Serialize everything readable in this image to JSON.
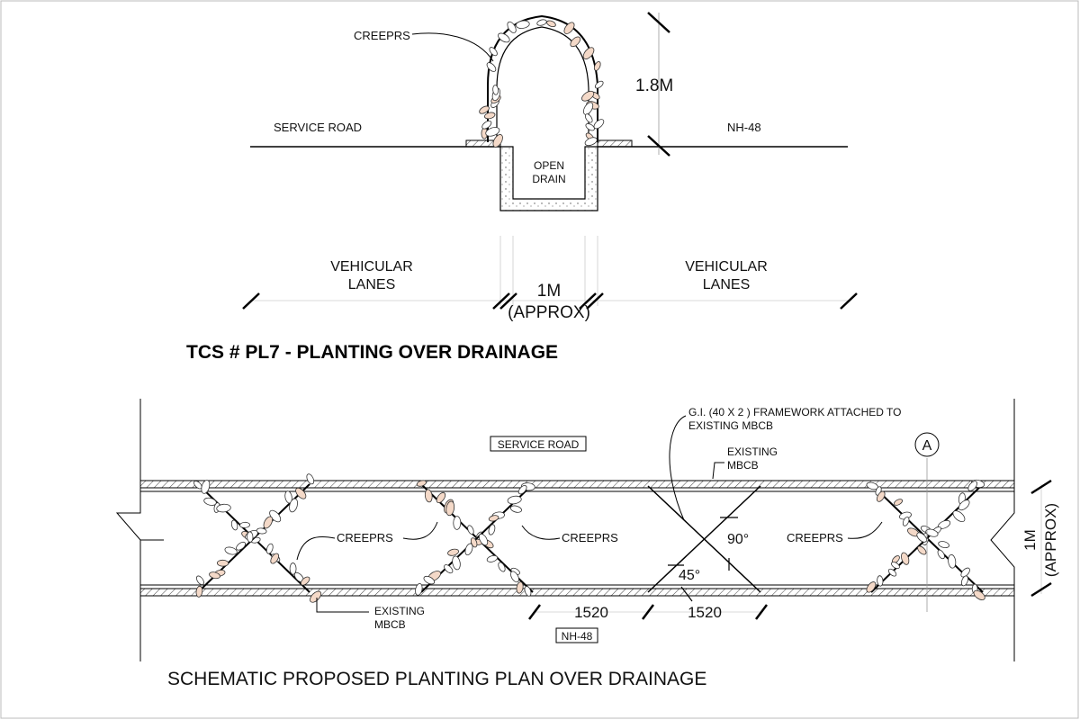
{
  "section": {
    "creepers_label": "CREEPRS",
    "height_dim": "1.8M",
    "service_road": "SERVICE ROAD",
    "nh48": "NH-48",
    "open_drain_line1": "OPEN",
    "open_drain_line2": "DRAIN",
    "vehicular_left_1": "VEHICULAR",
    "vehicular_left_2": "LANES",
    "vehicular_right_1": "VEHICULAR",
    "vehicular_right_2": "LANES",
    "width_dim_1": "1M",
    "width_dim_2": "(APPROX)",
    "title": "TCS # PL7 - PLANTING OVER DRAINAGE"
  },
  "plan": {
    "service_road_box": "SERVICE ROAD",
    "framework_line1": "G.I. (40 X 2 ) FRAMEWORK ATTACHED TO",
    "framework_line2": "EXISTING MBCB",
    "existing_top_1": "EXISTING",
    "existing_top_2": "MBCB",
    "section_marker": "A",
    "creepers_1": "CREEPRS",
    "creepers_2": "CREEPRS",
    "creepers_3": "CREEPRS",
    "angle_90": "90°",
    "angle_45": "45°",
    "existing_bottom_1": "EXISTING",
    "existing_bottom_2": "MBCB",
    "spacing_1": "1520",
    "spacing_2": "1520",
    "nh48_box": "NH-48",
    "side_dim_1": "1M",
    "side_dim_2": "(APPROX)",
    "title": "SCHEMATIC PROPOSED PLANTING PLAN OVER DRAINAGE"
  }
}
